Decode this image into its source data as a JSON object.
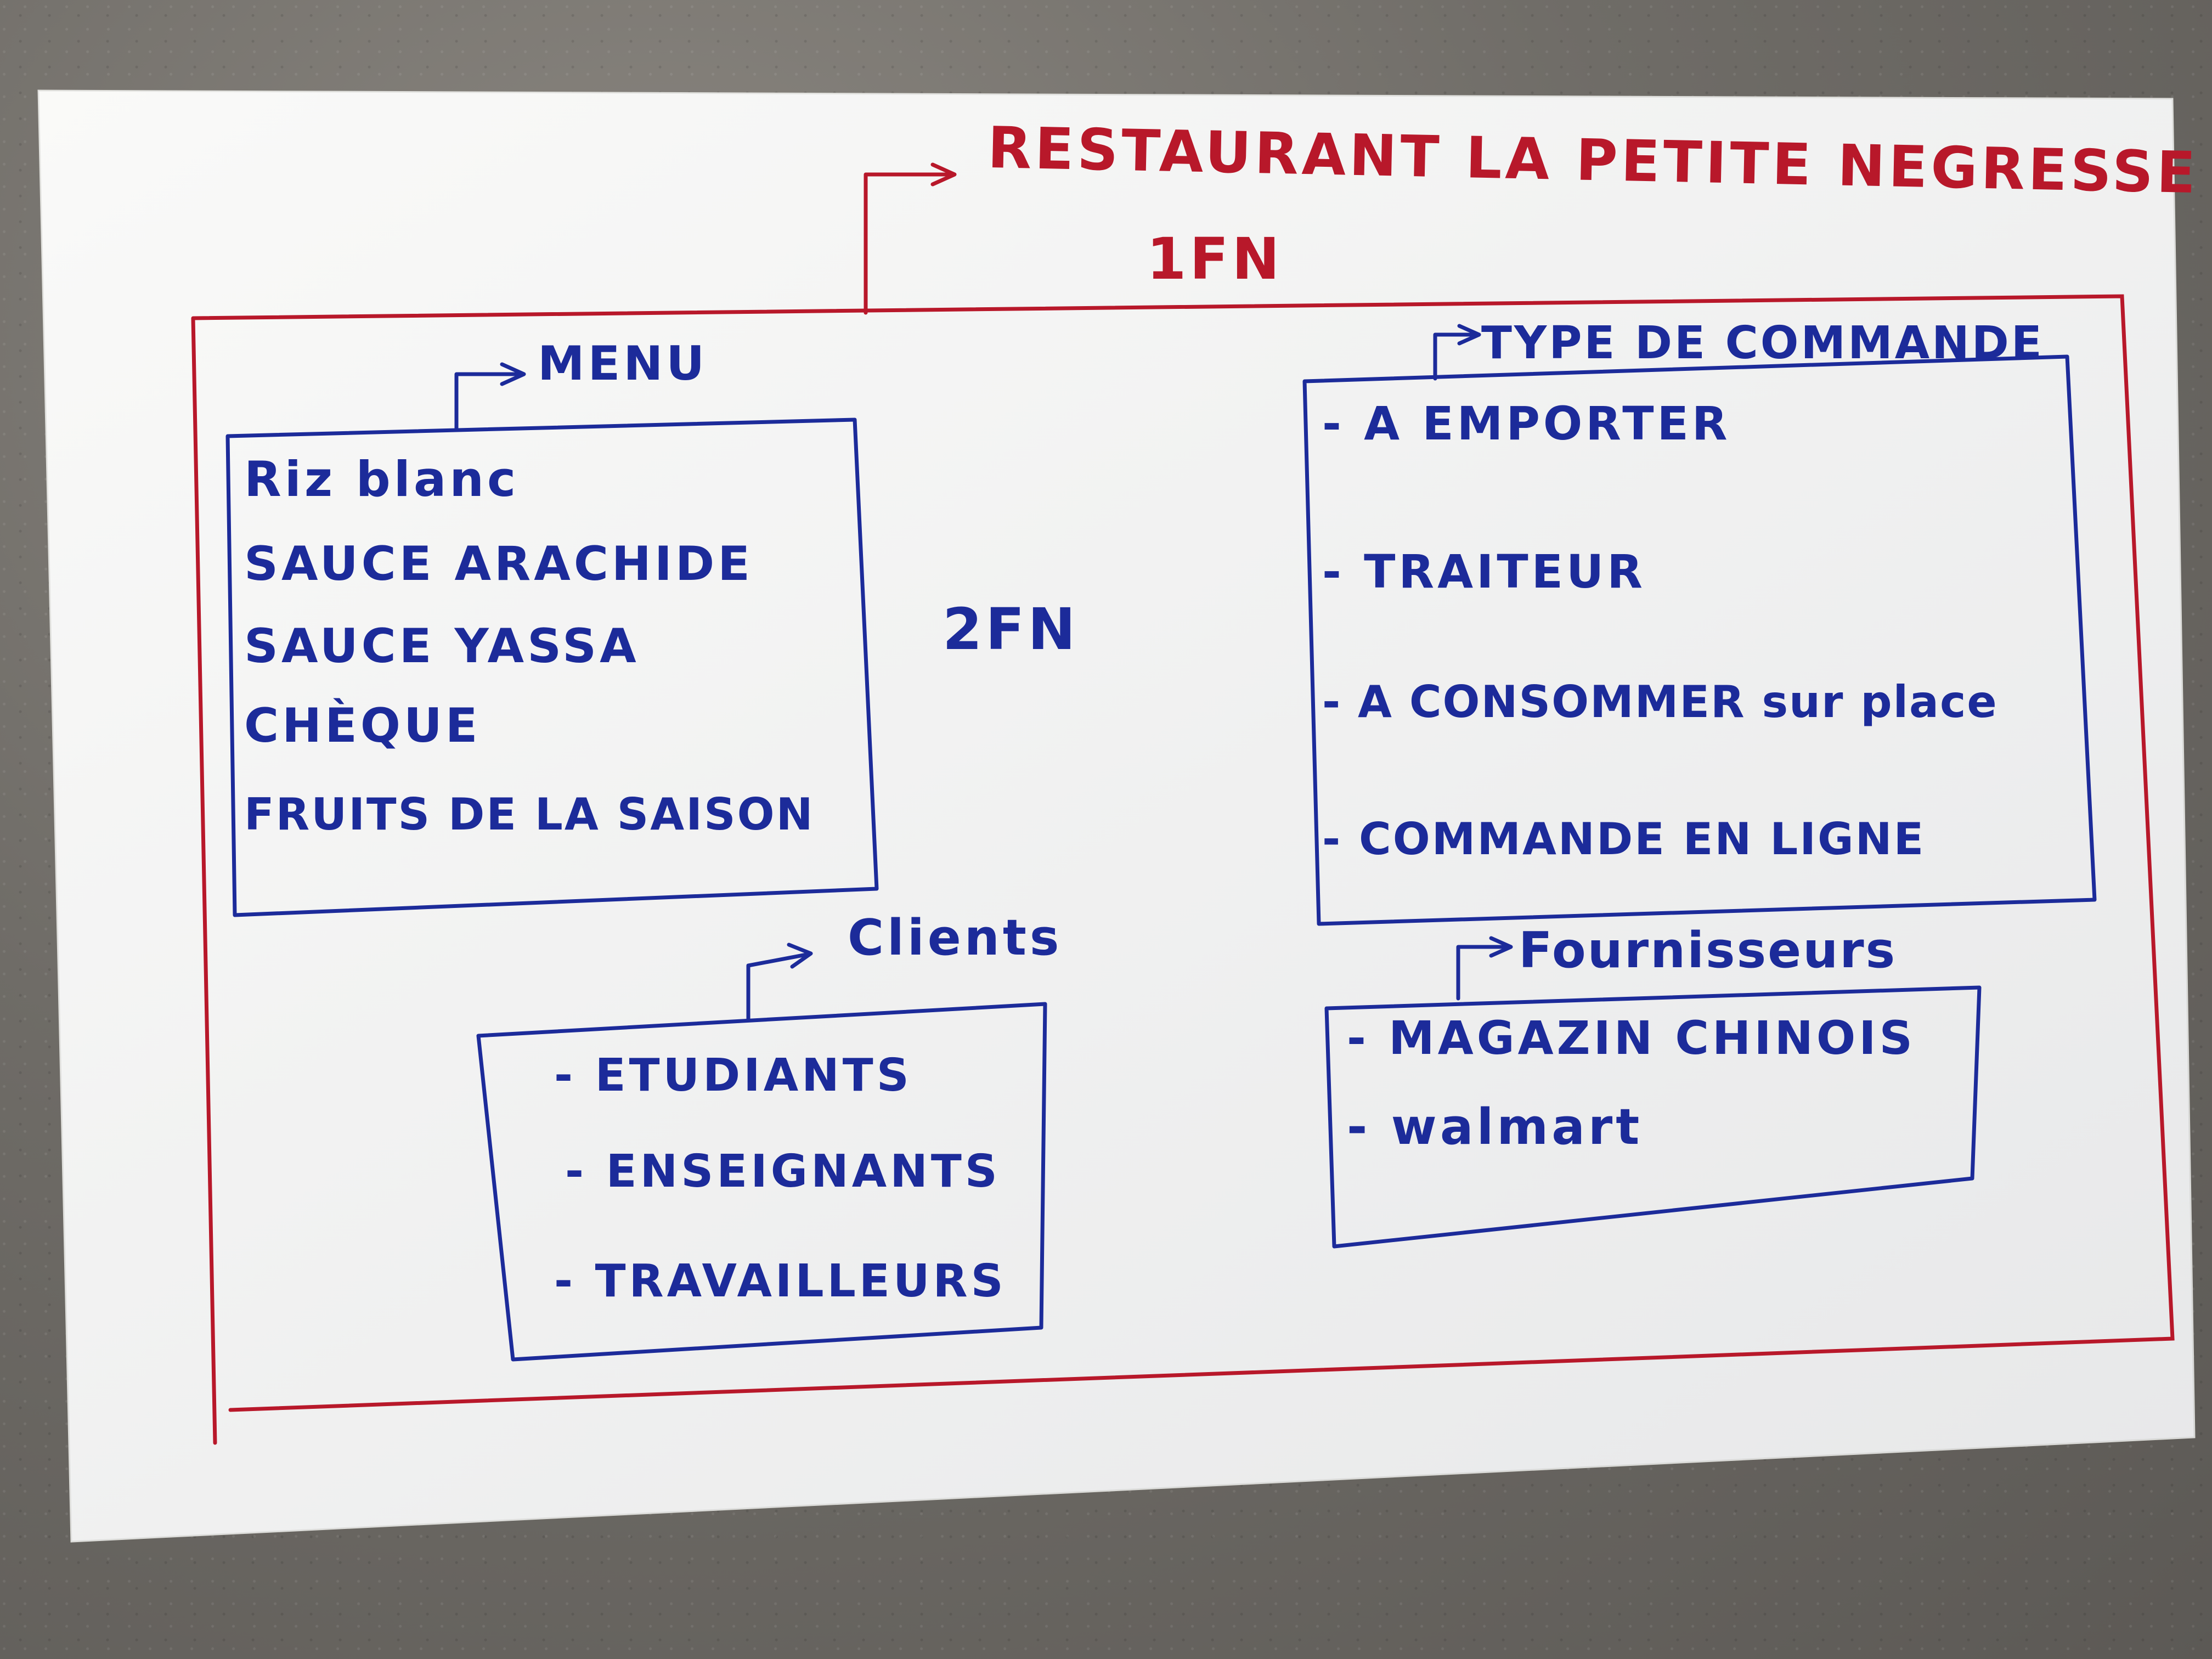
{
  "title": "RESTAURANT LA PETITE NEGRESSE",
  "title_code": "1FN",
  "center_code": "2FN",
  "menu": {
    "label": "MENU",
    "items": [
      "Riz blanc",
      "SAUCE ARACHIDE",
      "SAUCE YASSA",
      "CHÈQUE",
      "FRUITS DE LA SAISON"
    ]
  },
  "order_types": {
    "label": "TYPE DE COMMANDE",
    "items": [
      "- A EMPORTER",
      "- TRAITEUR",
      "- A CONSOMMER sur place",
      "- COMMANDE EN LIGNE"
    ]
  },
  "clients": {
    "label": "Clients",
    "items": [
      "- ETUDIANTS",
      "- ENSEIGNANTS",
      "- TRAVAILLEURS"
    ]
  },
  "suppliers": {
    "label": "Fournisseurs",
    "items": [
      "- MAGAZIN CHINOIS",
      "- walmart"
    ]
  },
  "colors": {
    "outer_frame": "#b8182a",
    "boxes": "#1c2b9a",
    "paper": "#fafafa",
    "background": "#6f6c67"
  }
}
